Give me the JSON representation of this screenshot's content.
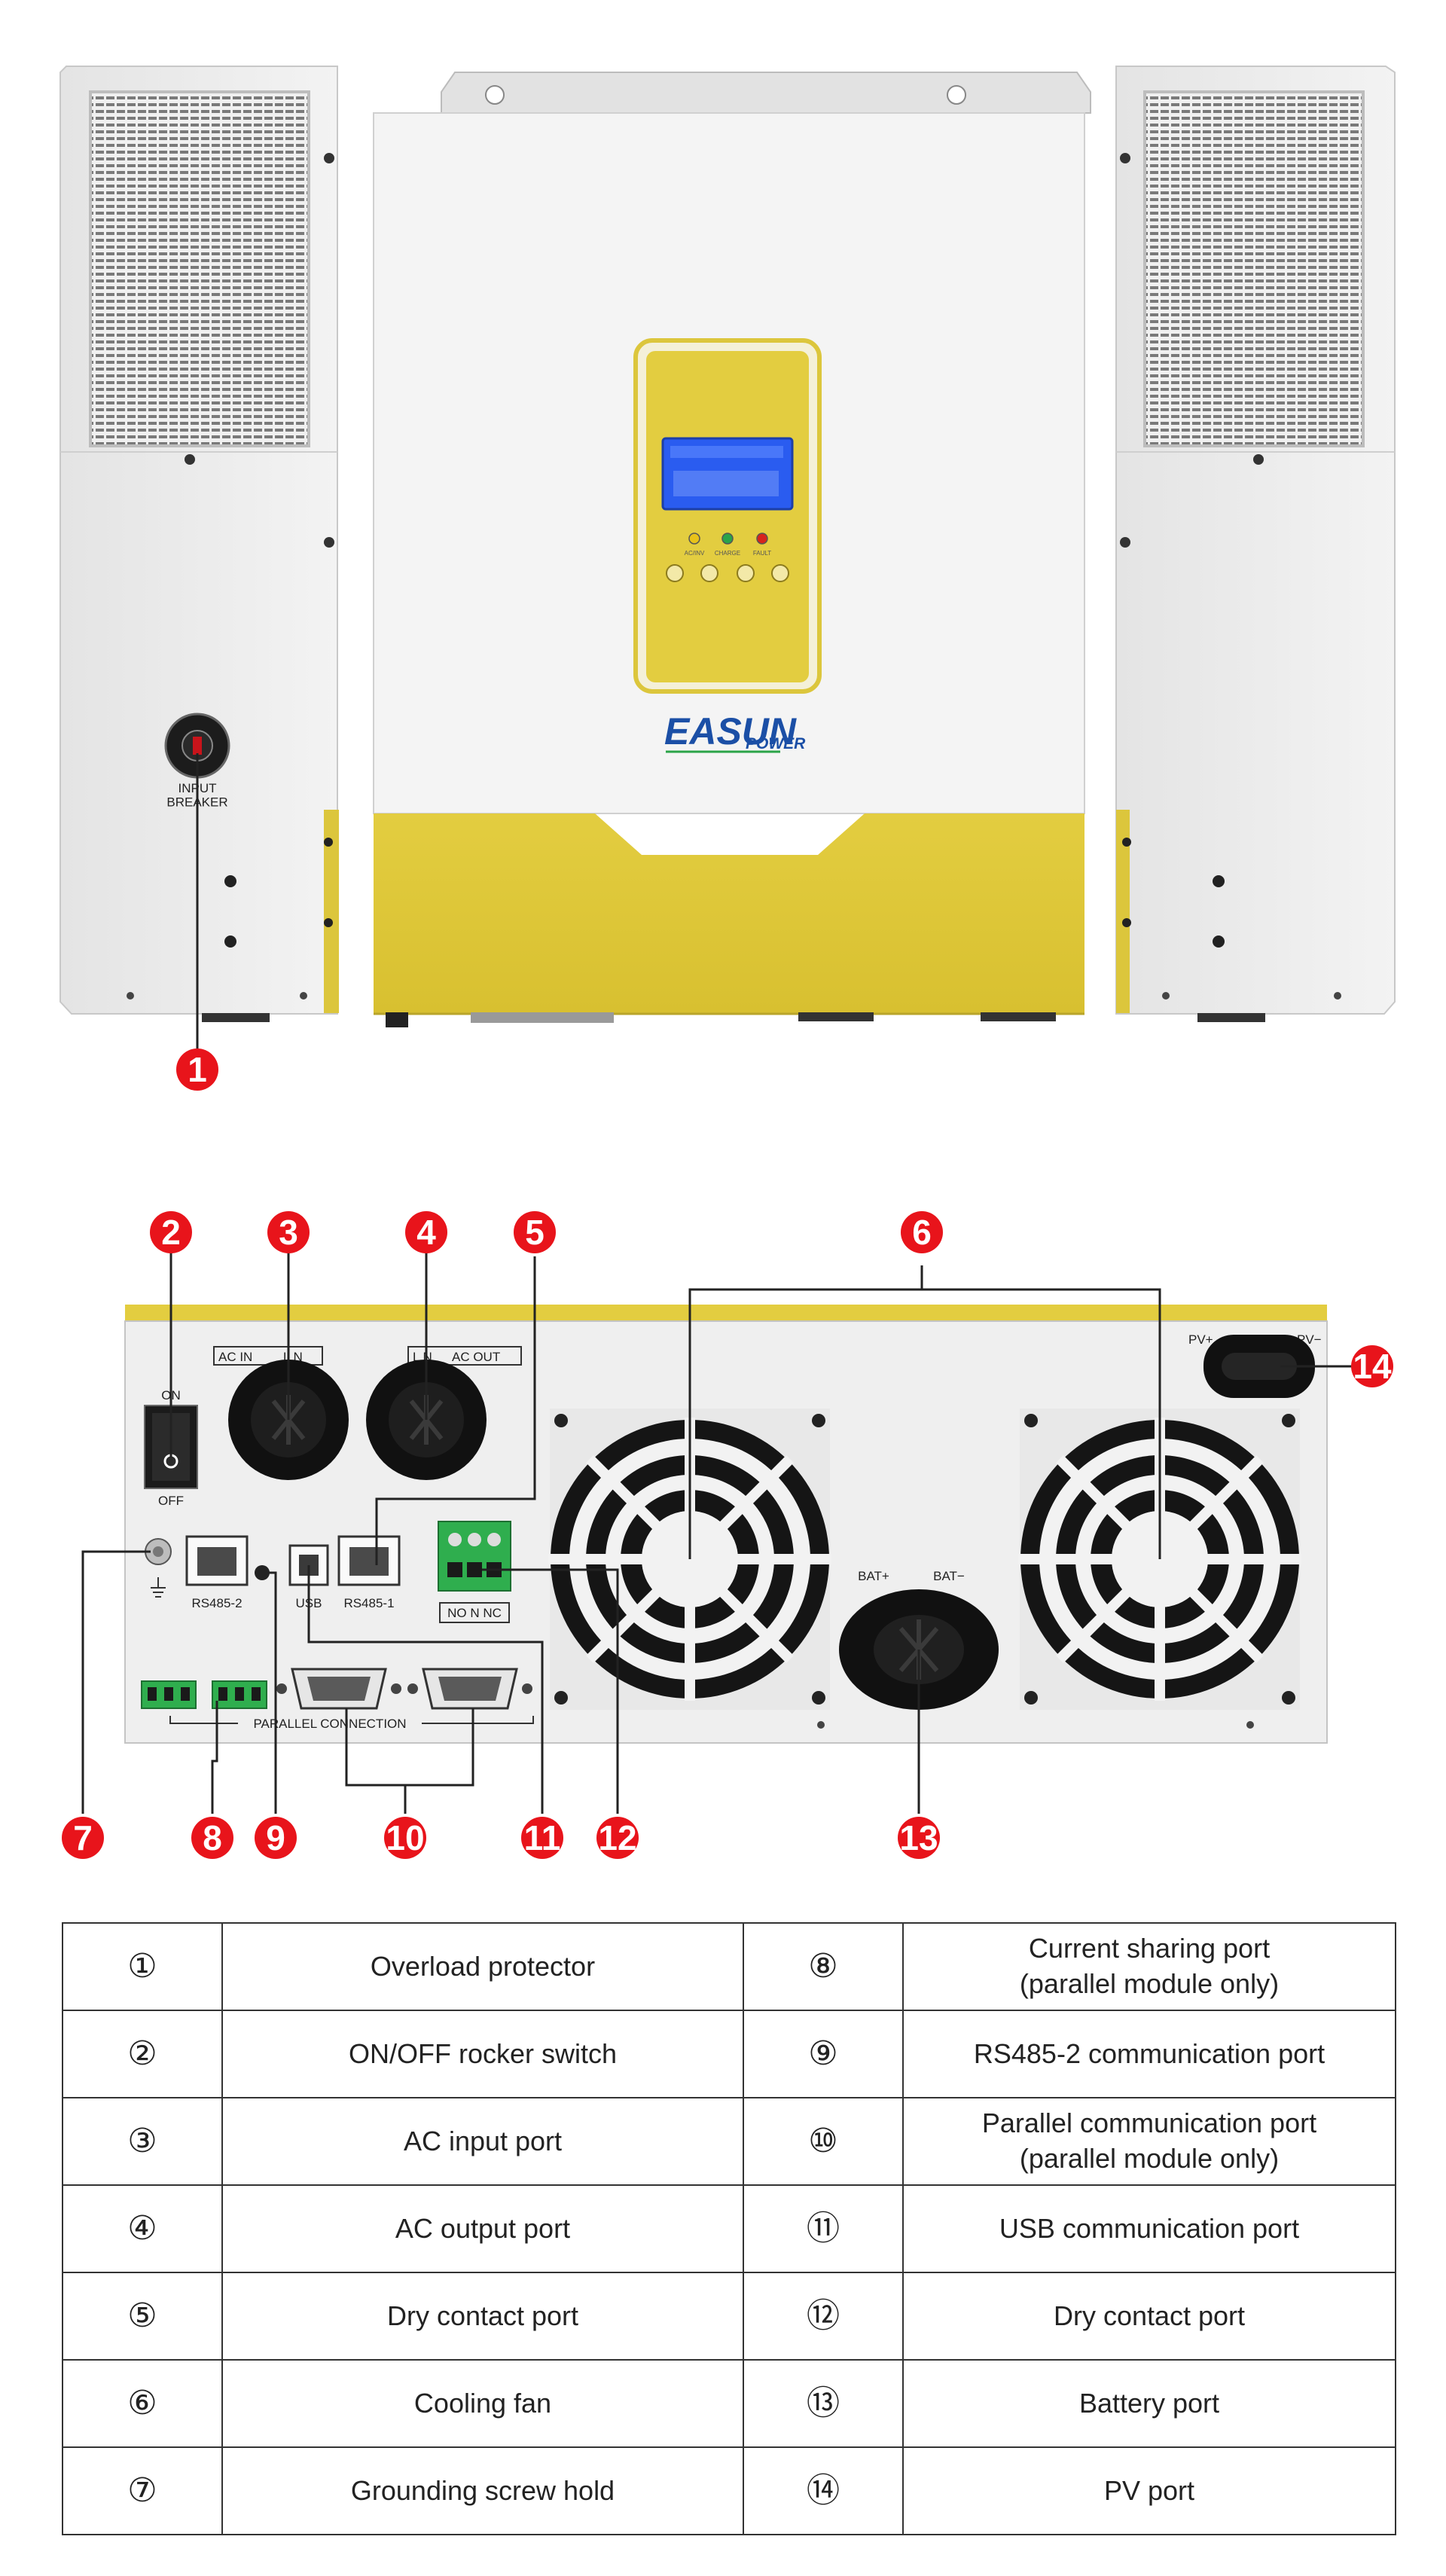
{
  "front_view": {
    "brand": {
      "main": "EASUN",
      "sub": "POWER"
    },
    "breaker_label": "INPUT\nBREAKER",
    "indicators": [
      "AC/INV",
      "CHARGE",
      "FAULT"
    ]
  },
  "rear_view": {
    "labels": {
      "on": "ON",
      "off": "OFF",
      "ac_in": "AC IN",
      "ac_in_ln": "L N",
      "ac_out_ln": "L N",
      "ac_out": "AC OUT",
      "rs485_2": "RS485-2",
      "usb": "USB",
      "rs485_1": "RS485-1",
      "dry_contact": "NO N NC",
      "parallel_connection": "PARALLEL CONNECTION",
      "bat_plus": "BAT+",
      "bat_minus": "BAT−",
      "pv_plus": "PV+",
      "pv_minus": "PV−"
    }
  },
  "callouts": [
    "1",
    "2",
    "3",
    "4",
    "5",
    "6",
    "7",
    "8",
    "9",
    "10",
    "11",
    "12",
    "13",
    "14"
  ],
  "legend": {
    "rows": [
      {
        "left_num": "①",
        "left_desc": "Overload protector",
        "right_num": "⑧",
        "right_desc": "Current sharing port\n(parallel module only)"
      },
      {
        "left_num": "②",
        "left_desc": "ON/OFF rocker switch",
        "right_num": "⑨",
        "right_desc": "RS485-2 communication port"
      },
      {
        "left_num": "③",
        "left_desc": "AC input port",
        "right_num": "⑩",
        "right_desc": "Parallel communication port\n(parallel module only)"
      },
      {
        "left_num": "④",
        "left_desc": "AC output port",
        "right_num": "⑪",
        "right_desc": "USB communication port"
      },
      {
        "left_num": "⑤",
        "left_desc": "Dry contact port",
        "right_num": "⑫",
        "right_desc": "Dry contact port"
      },
      {
        "left_num": "⑥",
        "left_desc": "Cooling fan",
        "right_num": "⑬",
        "right_desc": "Battery port"
      },
      {
        "left_num": "⑦",
        "left_desc": "Grounding screw hold",
        "right_num": "⑭",
        "right_desc": "PV port"
      }
    ]
  },
  "colors": {
    "accent_yellow": "#ddc63a",
    "callout_red": "#e8141b",
    "lcd_blue": "#2a5cf0",
    "panel_white": "#f2f2f2"
  }
}
